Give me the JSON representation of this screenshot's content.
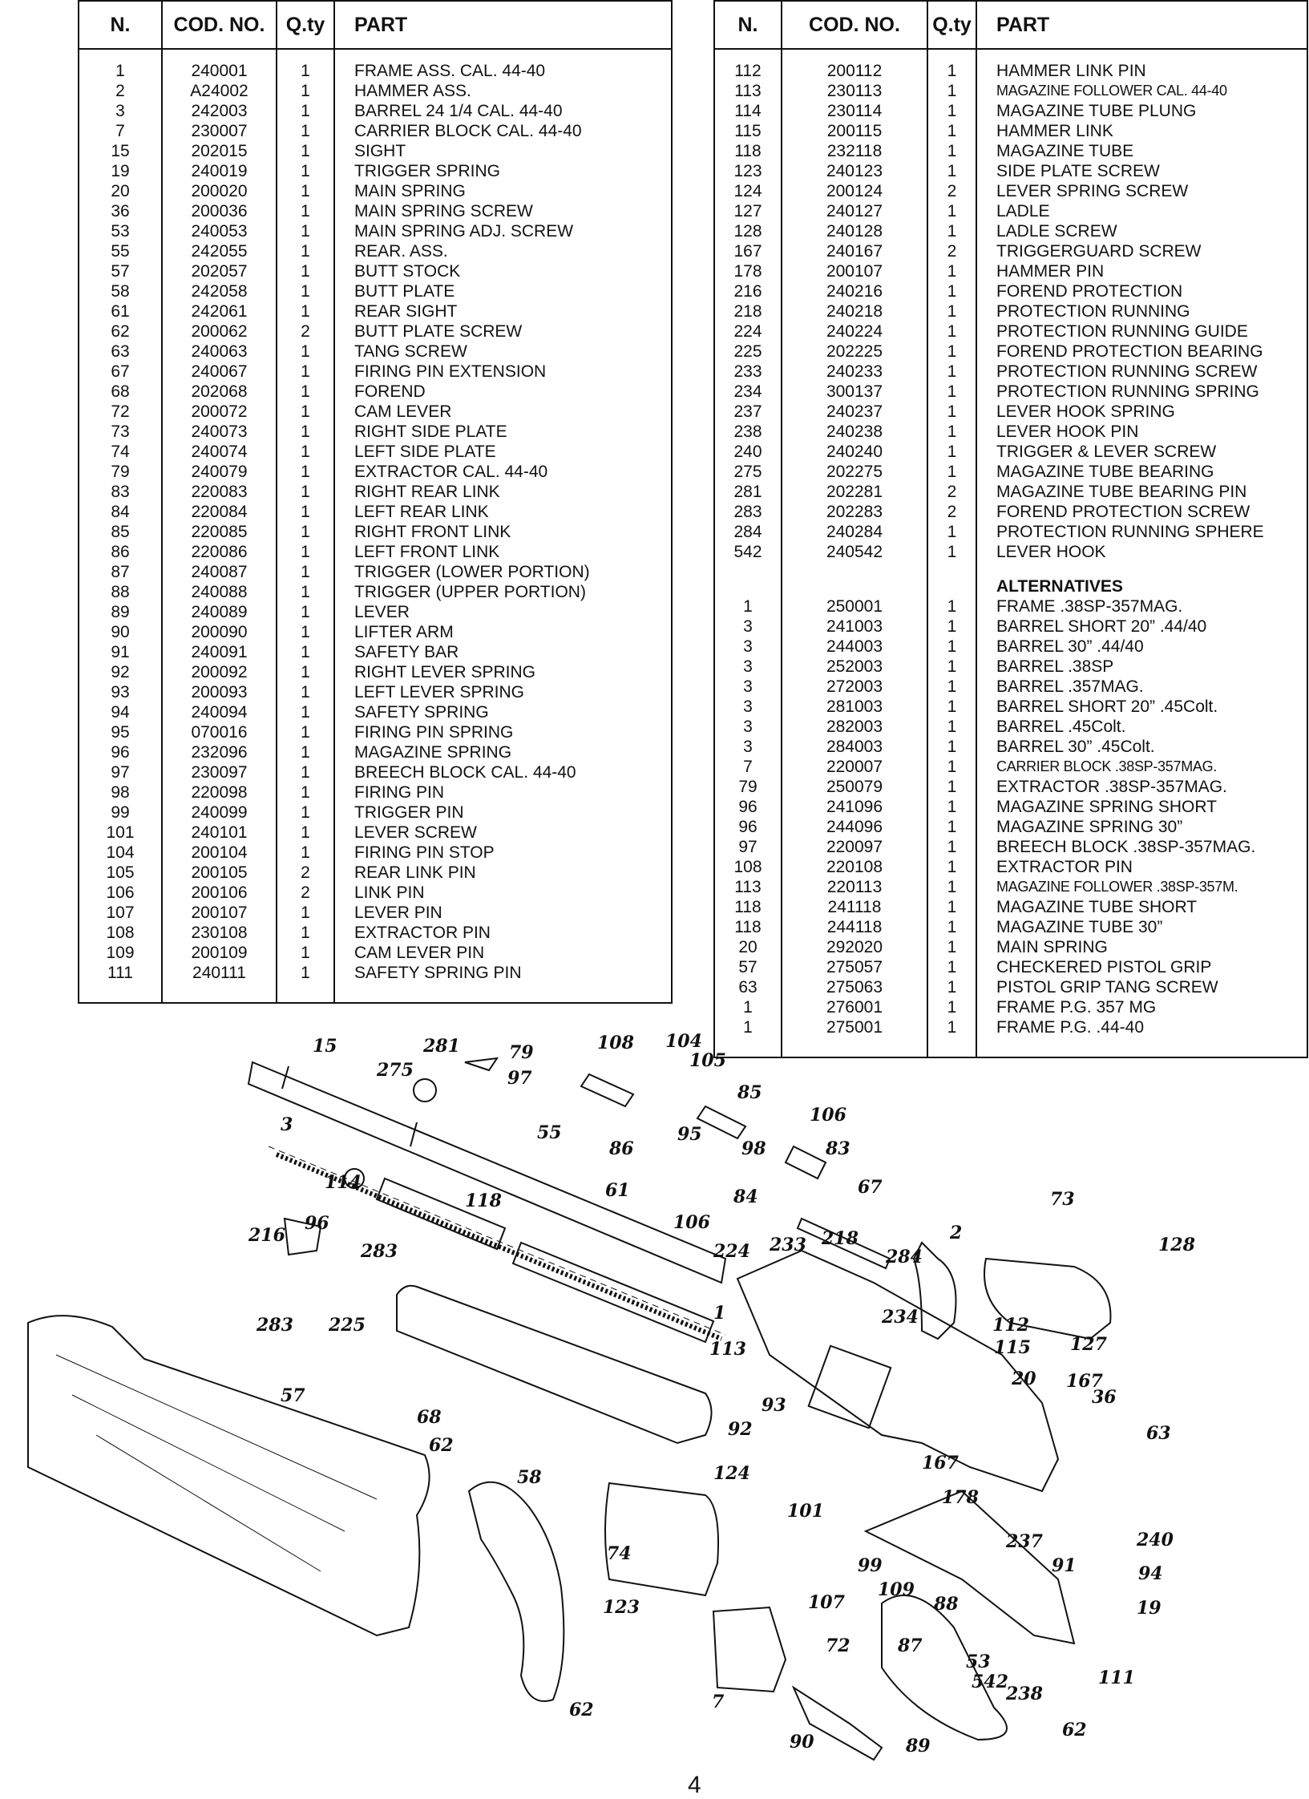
{
  "headers": {
    "n": "N.",
    "cod": "COD. NO.",
    "qty": "Q.ty",
    "part": "PART"
  },
  "left_table": [
    {
      "n": "1",
      "cod": "240001",
      "qty": "1",
      "part": "FRAME ASS. CAL. 44-40"
    },
    {
      "n": "2",
      "cod": "A24002",
      "qty": "1",
      "part": "HAMMER ASS."
    },
    {
      "n": "3",
      "cod": "242003",
      "qty": "1",
      "part": "BARREL 24 1/4 CAL. 44-40"
    },
    {
      "n": "7",
      "cod": "230007",
      "qty": "1",
      "part": "CARRIER BLOCK CAL. 44-40"
    },
    {
      "n": "15",
      "cod": "202015",
      "qty": "1",
      "part": "SIGHT"
    },
    {
      "n": "19",
      "cod": "240019",
      "qty": "1",
      "part": "TRIGGER SPRING"
    },
    {
      "n": "20",
      "cod": "200020",
      "qty": "1",
      "part": "MAIN SPRING"
    },
    {
      "n": "36",
      "cod": "200036",
      "qty": "1",
      "part": "MAIN SPRING SCREW"
    },
    {
      "n": "53",
      "cod": "240053",
      "qty": "1",
      "part": "MAIN SPRING ADJ. SCREW"
    },
    {
      "n": "55",
      "cod": "242055",
      "qty": "1",
      "part": "REAR. ASS."
    },
    {
      "n": "57",
      "cod": "202057",
      "qty": "1",
      "part": "BUTT STOCK"
    },
    {
      "n": "58",
      "cod": "242058",
      "qty": "1",
      "part": "BUTT PLATE"
    },
    {
      "n": "61",
      "cod": "242061",
      "qty": "1",
      "part": "REAR SIGHT"
    },
    {
      "n": "62",
      "cod": "200062",
      "qty": "2",
      "part": "BUTT PLATE SCREW"
    },
    {
      "n": "63",
      "cod": "240063",
      "qty": "1",
      "part": "TANG SCREW"
    },
    {
      "n": "67",
      "cod": "240067",
      "qty": "1",
      "part": "FIRING PIN EXTENSION"
    },
    {
      "n": "68",
      "cod": "202068",
      "qty": "1",
      "part": "FOREND"
    },
    {
      "n": "72",
      "cod": "200072",
      "qty": "1",
      "part": "CAM LEVER"
    },
    {
      "n": "73",
      "cod": "240073",
      "qty": "1",
      "part": "RIGHT SIDE PLATE"
    },
    {
      "n": "74",
      "cod": "240074",
      "qty": "1",
      "part": "LEFT SIDE PLATE"
    },
    {
      "n": "79",
      "cod": "240079",
      "qty": "1",
      "part": "EXTRACTOR CAL. 44-40"
    },
    {
      "n": "83",
      "cod": "220083",
      "qty": "1",
      "part": "RIGHT REAR LINK"
    },
    {
      "n": "84",
      "cod": "220084",
      "qty": "1",
      "part": "LEFT REAR LINK"
    },
    {
      "n": "85",
      "cod": "220085",
      "qty": "1",
      "part": "RIGHT FRONT LINK"
    },
    {
      "n": "86",
      "cod": "220086",
      "qty": "1",
      "part": "LEFT FRONT LINK"
    },
    {
      "n": "87",
      "cod": "240087",
      "qty": "1",
      "part": "TRIGGER (LOWER PORTION)"
    },
    {
      "n": "88",
      "cod": "240088",
      "qty": "1",
      "part": "TRIGGER (UPPER PORTION)"
    },
    {
      "n": "89",
      "cod": "240089",
      "qty": "1",
      "part": "LEVER"
    },
    {
      "n": "90",
      "cod": "200090",
      "qty": "1",
      "part": "LIFTER ARM"
    },
    {
      "n": "91",
      "cod": "240091",
      "qty": "1",
      "part": "SAFETY BAR"
    },
    {
      "n": "92",
      "cod": "200092",
      "qty": "1",
      "part": "RIGHT LEVER SPRING"
    },
    {
      "n": "93",
      "cod": "200093",
      "qty": "1",
      "part": "LEFT LEVER SPRING"
    },
    {
      "n": "94",
      "cod": "240094",
      "qty": "1",
      "part": "SAFETY SPRING"
    },
    {
      "n": "95",
      "cod": "070016",
      "qty": "1",
      "part": "FIRING PIN SPRING"
    },
    {
      "n": "96",
      "cod": "232096",
      "qty": "1",
      "part": "MAGAZINE SPRING"
    },
    {
      "n": "97",
      "cod": "230097",
      "qty": "1",
      "part": "BREECH BLOCK CAL. 44-40"
    },
    {
      "n": "98",
      "cod": "220098",
      "qty": "1",
      "part": "FIRING PIN"
    },
    {
      "n": "99",
      "cod": "240099",
      "qty": "1",
      "part": "TRIGGER PIN"
    },
    {
      "n": "101",
      "cod": "240101",
      "qty": "1",
      "part": "LEVER SCREW"
    },
    {
      "n": "104",
      "cod": "200104",
      "qty": "1",
      "part": "FIRING PIN STOP"
    },
    {
      "n": "105",
      "cod": "200105",
      "qty": "2",
      "part": "REAR LINK PIN"
    },
    {
      "n": "106",
      "cod": "200106",
      "qty": "2",
      "part": "LINK PIN"
    },
    {
      "n": "107",
      "cod": "200107",
      "qty": "1",
      "part": "LEVER PIN"
    },
    {
      "n": "108",
      "cod": "230108",
      "qty": "1",
      "part": "EXTRACTOR PIN"
    },
    {
      "n": "109",
      "cod": "200109",
      "qty": "1",
      "part": "CAM LEVER PIN"
    },
    {
      "n": "111",
      "cod": "240111",
      "qty": "1",
      "part": "SAFETY SPRING PIN"
    }
  ],
  "right_table": [
    {
      "n": "112",
      "cod": "200112",
      "qty": "1",
      "part": "HAMMER LINK PIN"
    },
    {
      "n": "113",
      "cod": "230113",
      "qty": "1",
      "part": "MAGAZINE FOLLOWER CAL. 44-40"
    },
    {
      "n": "114",
      "cod": "230114",
      "qty": "1",
      "part": "MAGAZINE TUBE PLUNG"
    },
    {
      "n": "115",
      "cod": "200115",
      "qty": "1",
      "part": "HAMMER LINK"
    },
    {
      "n": "118",
      "cod": "232118",
      "qty": "1",
      "part": "MAGAZINE TUBE"
    },
    {
      "n": "123",
      "cod": "240123",
      "qty": "1",
      "part": "SIDE PLATE SCREW"
    },
    {
      "n": "124",
      "cod": "200124",
      "qty": "2",
      "part": "LEVER SPRING SCREW"
    },
    {
      "n": "127",
      "cod": "240127",
      "qty": "1",
      "part": "LADLE"
    },
    {
      "n": "128",
      "cod": "240128",
      "qty": "1",
      "part": "LADLE SCREW"
    },
    {
      "n": "167",
      "cod": "240167",
      "qty": "2",
      "part": "TRIGGERGUARD SCREW"
    },
    {
      "n": "178",
      "cod": "200107",
      "qty": "1",
      "part": "HAMMER PIN"
    },
    {
      "n": "216",
      "cod": "240216",
      "qty": "1",
      "part": "FOREND PROTECTION"
    },
    {
      "n": "218",
      "cod": "240218",
      "qty": "1",
      "part": "PROTECTION RUNNING"
    },
    {
      "n": "224",
      "cod": "240224",
      "qty": "1",
      "part": "PROTECTION RUNNING GUIDE"
    },
    {
      "n": "225",
      "cod": "202225",
      "qty": "1",
      "part": "FOREND PROTECTION BEARING"
    },
    {
      "n": "233",
      "cod": "240233",
      "qty": "1",
      "part": "PROTECTION RUNNING SCREW"
    },
    {
      "n": "234",
      "cod": "300137",
      "qty": "1",
      "part": "PROTECTION RUNNING SPRING"
    },
    {
      "n": "237",
      "cod": "240237",
      "qty": "1",
      "part": "LEVER HOOK SPRING"
    },
    {
      "n": "238",
      "cod": "240238",
      "qty": "1",
      "part": "LEVER HOOK PIN"
    },
    {
      "n": "240",
      "cod": "240240",
      "qty": "1",
      "part": "TRIGGER & LEVER SCREW"
    },
    {
      "n": "275",
      "cod": "202275",
      "qty": "1",
      "part": "MAGAZINE TUBE BEARING"
    },
    {
      "n": "281",
      "cod": "202281",
      "qty": "2",
      "part": "MAGAZINE TUBE BEARING PIN"
    },
    {
      "n": "283",
      "cod": "202283",
      "qty": "2",
      "part": "FOREND PROTECTION SCREW"
    },
    {
      "n": "284",
      "cod": "240284",
      "qty": "1",
      "part": "PROTECTION RUNNING SPHERE"
    },
    {
      "n": "542",
      "cod": "240542",
      "qty": "1",
      "part": "LEVER HOOK"
    }
  ],
  "alternatives_title": "ALTERNATIVES",
  "alternatives": [
    {
      "n": "1",
      "cod": "250001",
      "qty": "1",
      "part": "FRAME .38SP-357MAG."
    },
    {
      "n": "3",
      "cod": "241003",
      "qty": "1",
      "part": "BARREL SHORT 20” .44/40"
    },
    {
      "n": "3",
      "cod": "244003",
      "qty": "1",
      "part": "BARREL 30” .44/40"
    },
    {
      "n": "3",
      "cod": "252003",
      "qty": "1",
      "part": "BARREL .38SP"
    },
    {
      "n": "3",
      "cod": "272003",
      "qty": "1",
      "part": "BARREL .357MAG."
    },
    {
      "n": "3",
      "cod": "281003",
      "qty": "1",
      "part": "BARREL SHORT 20” .45Colt."
    },
    {
      "n": "3",
      "cod": "282003",
      "qty": "1",
      "part": "BARREL .45Colt."
    },
    {
      "n": "3",
      "cod": "284003",
      "qty": "1",
      "part": "BARREL 30” .45Colt."
    },
    {
      "n": "7",
      "cod": "220007",
      "qty": "1",
      "part": "CARRIER BLOCK .38SP-357MAG."
    },
    {
      "n": "79",
      "cod": "250079",
      "qty": "1",
      "part": "EXTRACTOR .38SP-357MAG."
    },
    {
      "n": "96",
      "cod": "241096",
      "qty": "1",
      "part": "MAGAZINE SPRING SHORT"
    },
    {
      "n": "96",
      "cod": "244096",
      "qty": "1",
      "part": "MAGAZINE SPRING 30”"
    },
    {
      "n": "97",
      "cod": "220097",
      "qty": "1",
      "part": "BREECH BLOCK .38SP-357MAG."
    },
    {
      "n": "108",
      "cod": "220108",
      "qty": "1",
      "part": "EXTRACTOR PIN"
    },
    {
      "n": "113",
      "cod": "220113",
      "qty": "1",
      "part": "MAGAZINE FOLLOWER .38SP-357M."
    },
    {
      "n": "118",
      "cod": "241118",
      "qty": "1",
      "part": "MAGAZINE TUBE SHORT"
    },
    {
      "n": "118",
      "cod": "244118",
      "qty": "1",
      "part": "MAGAZINE TUBE 30”"
    },
    {
      "n": "20",
      "cod": "292020",
      "qty": "1",
      "part": "MAIN SPRING"
    },
    {
      "n": "57",
      "cod": "275057",
      "qty": "1",
      "part": "CHECKERED PISTOL GRIP"
    },
    {
      "n": "63",
      "cod": "275063",
      "qty": "1",
      "part": "PISTOL GRIP TANG SCREW"
    },
    {
      "n": "1",
      "cod": "276001",
      "qty": "1",
      "part": "FRAME P.G. 357 MG"
    },
    {
      "n": "1",
      "cod": "275001",
      "qty": "1",
      "part": "FRAME P.G. .44-40"
    }
  ],
  "diagram_labels": [
    "15",
    "281",
    "275",
    "3",
    "79",
    "108",
    "104",
    "105",
    "97",
    "85",
    "106",
    "55",
    "95",
    "83",
    "86",
    "98",
    "114",
    "118",
    "61",
    "84",
    "67",
    "96",
    "106",
    "73",
    "216",
    "283",
    "224",
    "233",
    "218",
    "2",
    "128",
    "284",
    "1",
    "234",
    "112",
    "115",
    "127",
    "283",
    "225",
    "113",
    "20",
    "167",
    "36",
    "57",
    "68",
    "93",
    "92",
    "63",
    "62",
    "58",
    "124",
    "167",
    "101",
    "178",
    "74",
    "237",
    "240",
    "94",
    "99",
    "91",
    "123",
    "107",
    "109",
    "88",
    "19",
    "72",
    "87",
    "53",
    "542",
    "238",
    "7",
    "111",
    "62",
    "90",
    "89",
    "62"
  ],
  "page_number": "4"
}
